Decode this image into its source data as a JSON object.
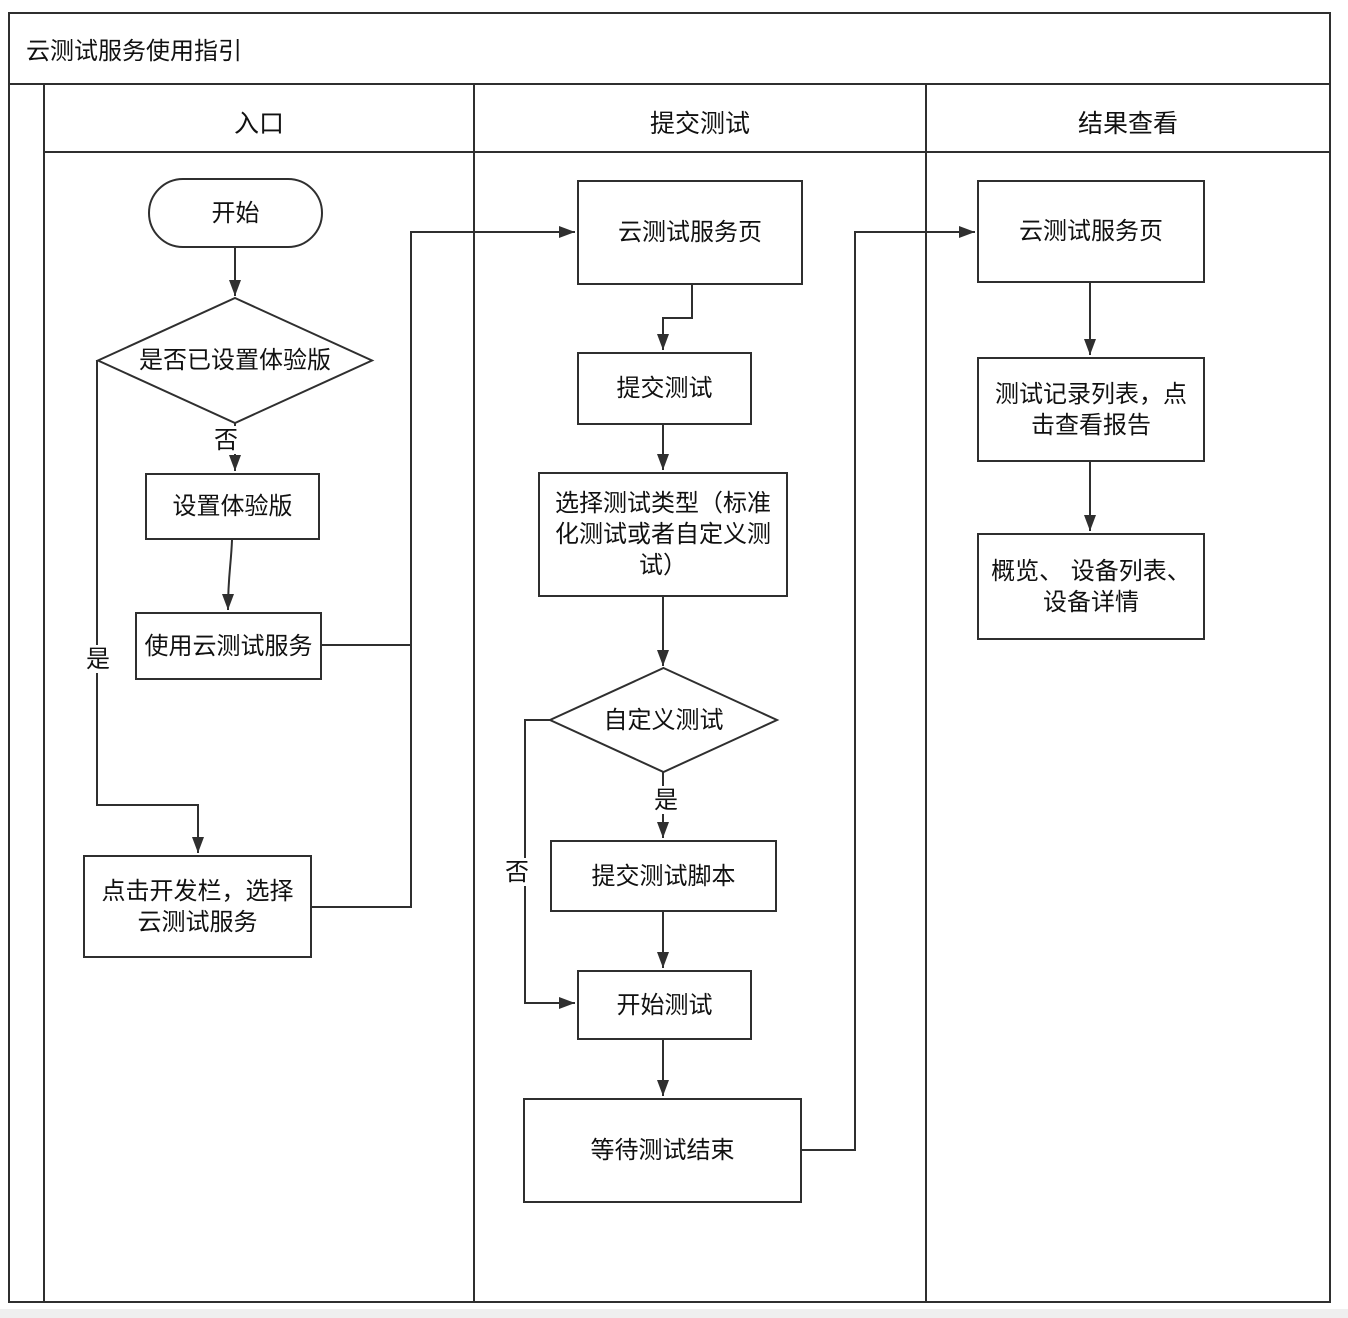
{
  "title": "云测试服务使用指引",
  "lanes": [
    {
      "label": "入口"
    },
    {
      "label": "提交测试"
    },
    {
      "label": "结果查看"
    }
  ],
  "nodes": {
    "start": "开始",
    "has_trial_version_decision": "是否已设置体验版",
    "setup_trial_version": "设置体验版",
    "use_cloud_test_service": "使用云测试服务",
    "click_dev_bar": "点击开发栏，选择\n云测试服务",
    "cloud_test_service_page_submit": "云测试服务页",
    "submit_test": "提交测试",
    "select_test_type": "选择测试类型（标准\n化测试或者自定义测\n试）",
    "custom_test_decision": "自定义测试",
    "submit_test_script": "提交测试脚本",
    "start_test": "开始测试",
    "wait_test_finish": "等待测试结束",
    "cloud_test_service_page_result": "云测试服务页",
    "test_record_list": "测试记录列表，点\n击查看报告",
    "overview_device_list_detail": "概览、 设备列表、\n设备详情"
  },
  "edge_labels": {
    "no_trial": "否",
    "yes_trial": "是",
    "yes_custom": "是",
    "no_custom": "否"
  },
  "colors": {
    "line": "#2f2f2f",
    "canvas_background": "#ffffff",
    "footer_strip": "#efefef"
  }
}
